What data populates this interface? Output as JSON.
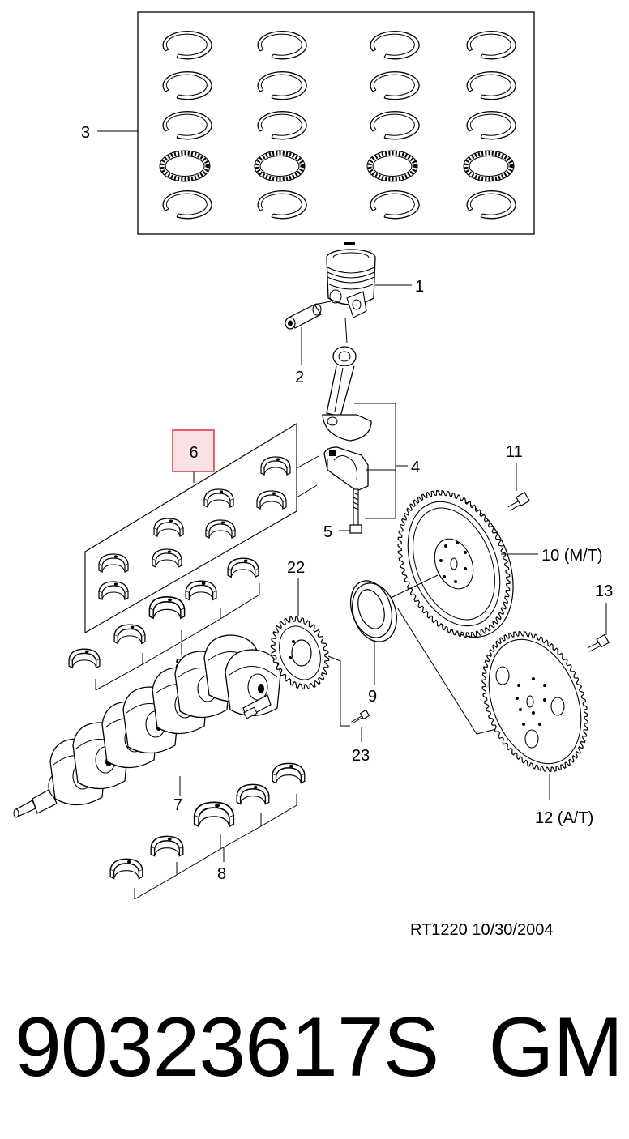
{
  "callouts": {
    "c1": "1",
    "c2": "2",
    "c3": "3",
    "c4": "4",
    "c5": "5",
    "c6": "6",
    "c7": "7",
    "c8a": "8",
    "c8b": "8",
    "c9": "9",
    "c10": "10 (M/T)",
    "c11": "11",
    "c12": "12 (A/T)",
    "c13": "13",
    "c22": "22",
    "c23": "23"
  },
  "reference": "RT1220  10/30/2004",
  "part_number": "90323617S",
  "brand": "GM",
  "colors": {
    "highlight_border": "#e0303a",
    "highlight_fill": "#fbe3e5",
    "line": "#000000"
  },
  "icons": [
    "piston-ring-icon",
    "piston-icon",
    "piston-pin-icon",
    "connecting-rod-icon",
    "bearing-shell-icon",
    "crankshaft-icon",
    "sprocket-icon",
    "oil-seal-icon",
    "flywheel-icon",
    "flexplate-icon",
    "bolt-icon"
  ]
}
